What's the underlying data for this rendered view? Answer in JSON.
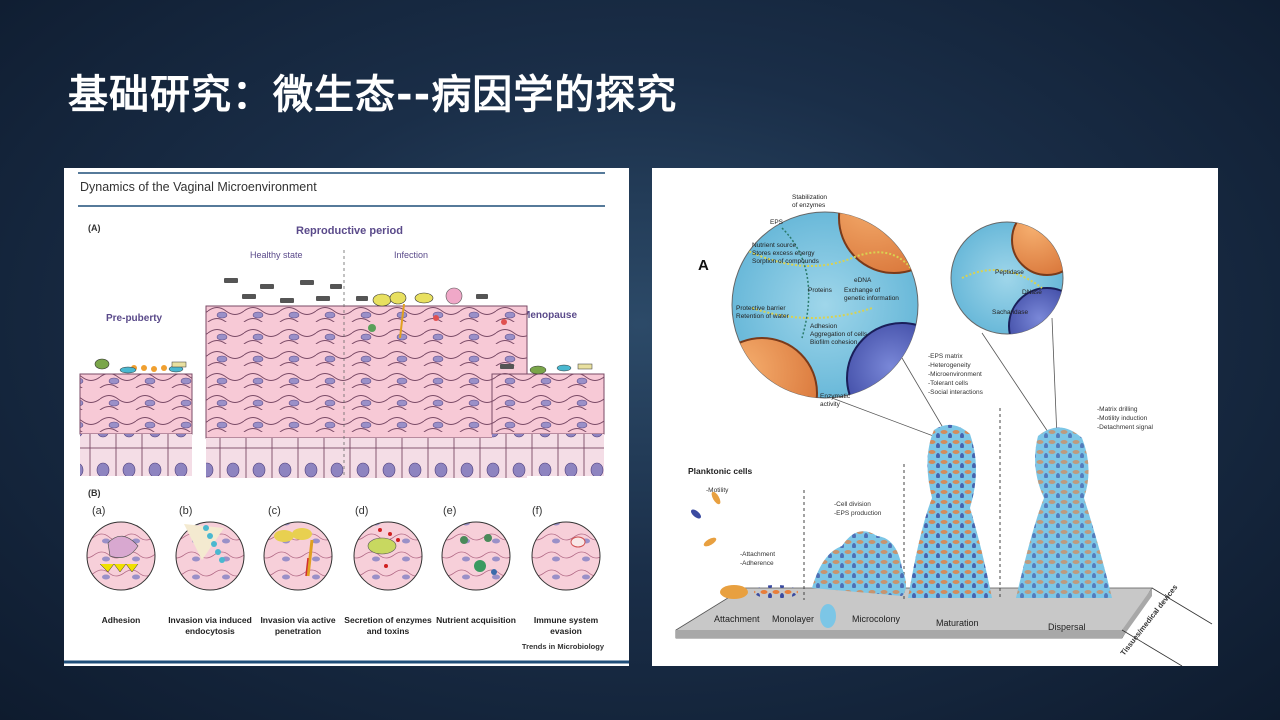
{
  "slide": {
    "title": "基础研究：微生态--病因学的探究"
  },
  "left_figure": {
    "header": "Dynamics of the Vaginal Microenvironment",
    "panel_a_label": "(A)",
    "reproductive_period": "Reproductive period",
    "healthy_state": "Healthy state",
    "infection": "Infection",
    "pre_puberty": "Pre-puberty",
    "menopause": "Menopause",
    "panel_b_label": "(B)",
    "steps": [
      {
        "letter": "(a)",
        "line1": "Adhesion",
        "line2": ""
      },
      {
        "letter": "(b)",
        "line1": "Invasion via induced",
        "line2": "endocytosis"
      },
      {
        "letter": "(c)",
        "line1": "Invasion via active",
        "line2": "penetration"
      },
      {
        "letter": "(d)",
        "line1": "Secretion of enzymes",
        "line2": "and toxins"
      },
      {
        "letter": "(e)",
        "line1": "Nutrient acquisition",
        "line2": ""
      },
      {
        "letter": "(f)",
        "line1": "Immune system",
        "line2": "evasion"
      }
    ],
    "footer": "Trends in Microbiology"
  },
  "right_figure": {
    "panel_label": "A",
    "zoom1": {
      "stabilization": "Stabilization",
      "of_enzymes": "of enzymes",
      "eps": "EPS",
      "nutrient": "Nutrient source",
      "stores": "Stores excess energy",
      "sorption": "Sorption of compounds",
      "edna": "eDNA",
      "proteins": "Proteins",
      "exchange": "Exchange of",
      "genetic": "genetic information",
      "protective": "Protective barrier",
      "retention": "Retention of water",
      "adhesion": "Adhesion",
      "aggregation": "Aggregation of cells",
      "cohesion": "Biofilm cohesion",
      "enzymatic": "Enzymatic",
      "activity": "activity"
    },
    "zoom2": {
      "peptidase": "Peptidase",
      "dnase": "DNase",
      "sacharidase": "Sacharidase"
    },
    "maturation_notes": [
      "-EPS matrix",
      "-Heterogeneity",
      "-Microenvironment",
      "-Tolerant cells",
      "-Social interactions"
    ],
    "dispersal_notes": [
      "-Matrix drilling",
      "-Motility induction",
      "-Detachment signal"
    ],
    "planktonic": "Planktonic cells",
    "motility": "-Motility",
    "attachment_note1": "-Attachment",
    "attachment_note2": "-Adherence",
    "division_note1": "-Cell division",
    "division_note2": "-EPS production",
    "stages": [
      "Attachment",
      "Monolayer",
      "Microcolony",
      "Maturation",
      "Dispersal"
    ],
    "surface": "Tissues/medical devices"
  }
}
